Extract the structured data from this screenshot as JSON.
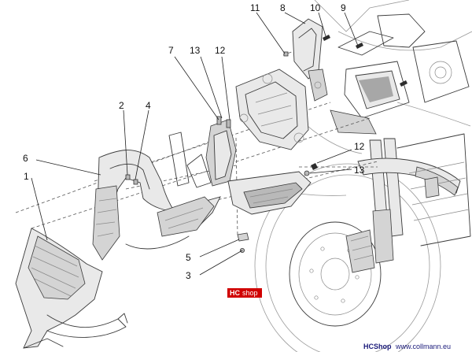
{
  "callouts": {
    "c1": "1",
    "c2": "2",
    "c3": "3",
    "c4": "4",
    "c5": "5",
    "c6": "6",
    "c7": "7",
    "c8": "8",
    "c9": "9",
    "c10": "10",
    "c11": "11",
    "c12a": "12",
    "c12b": "12",
    "c13a": "13",
    "c13b": "13"
  },
  "logo": {
    "hc": "HC",
    "shop": "shop"
  },
  "watermark": {
    "brand": "HCShop",
    "url": "www.collmann.eu"
  }
}
